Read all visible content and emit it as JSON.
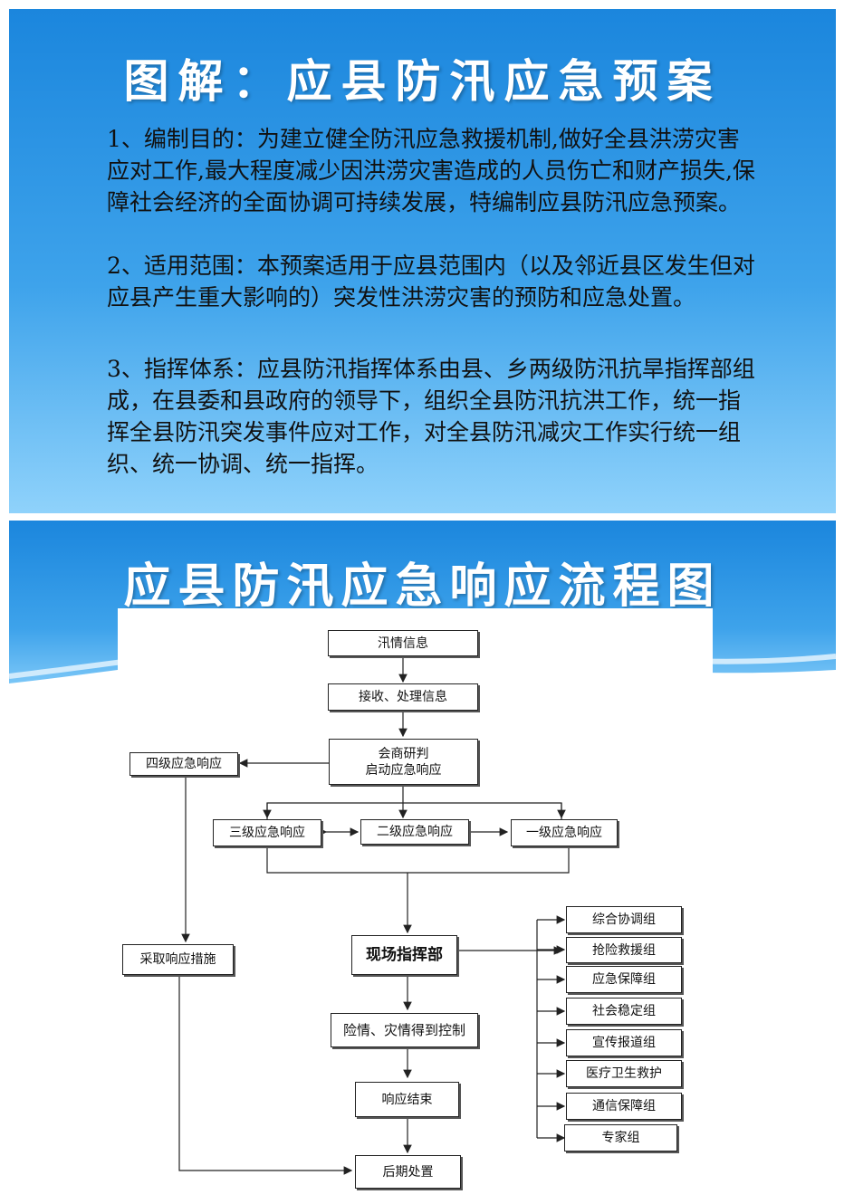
{
  "slide1": {
    "title": "图解：应县防汛应急预案",
    "paragraphs": [
      "1、编制目的：为建立健全防汛应急救援机制,做好全县洪涝灾害应对工作,最大程度减少因洪涝灾害造成的人员伤亡和财产损失,保障社会经济的全面协调可持续发展，特编制应县防汛应急预案。",
      "2、适用范围：本预案适用于应县范围内（以及邻近县区发生但对应县产生重大影响的）突发性洪涝灾害的预防和应急处置。",
      "3、指挥体系：应县防汛指挥体系由县、乡两级防汛抗旱指挥部组成，在县委和县政府的领导下，组织全县防汛抗洪工作，统一指挥全县防汛突发事件应对工作，对全县防汛减灾工作实行统一组织、统一协调、统一指挥。"
    ]
  },
  "slide2": {
    "title": "应县防汛应急响应流程图",
    "nodes": {
      "info": "汛情信息",
      "receive": "接收、处理信息",
      "consult_1": "会商研判",
      "consult_2": "启动应急响应",
      "level4": "四级应急响应",
      "level3": "三级应急响应",
      "level2": "二级应急响应",
      "level1": "一级应急响应",
      "measures": "采取响应措施",
      "hq": "现场指挥部",
      "control": "险情、灾情得到控制",
      "end": "响应结束",
      "after": "后期处置"
    },
    "groups": [
      "综合协调组",
      "抢险救援组",
      "应急保障组",
      "社会稳定组",
      "宣传报道组",
      "医疗卫生救护",
      "通信保障组",
      "专家组"
    ]
  },
  "colors": {
    "accent_blue": "#1b86dd",
    "light_blue": "#8fd2fb"
  }
}
